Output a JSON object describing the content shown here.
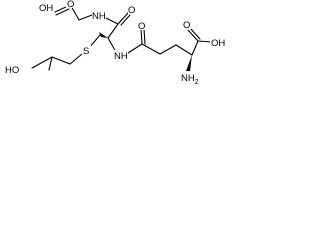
{
  "molecule": {
    "atoms": {
      "carboxyl_oh_left": "OH",
      "carbonyl_o_left": "O",
      "amide_nh_top": "NH",
      "amide_o_top": "O",
      "hydroxyl_ho": "HO",
      "thioether_s": "S",
      "amide_nh_bottom": "NH",
      "amide_o_bottom": "O",
      "carbonyl_o_right": "O",
      "carboxyl_oh_right": "OH",
      "amino_nh2": "NH",
      "amino_sub2": "2"
    }
  }
}
